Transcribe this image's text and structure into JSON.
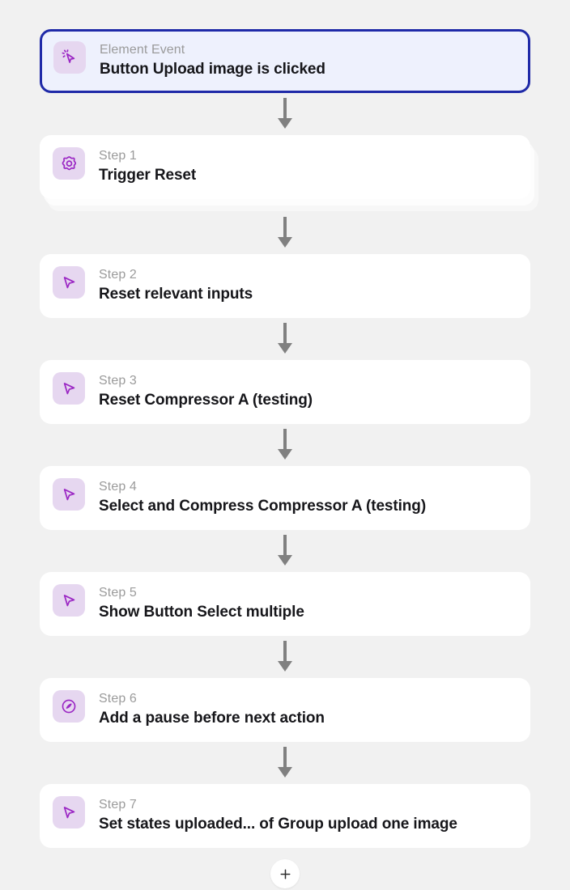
{
  "canvas": {
    "background_color": "#f1f1f1",
    "card_color": "#ffffff",
    "trigger_border_color": "#1f2aa8",
    "trigger_background_color": "#eef1fd",
    "icon_tile_color": "#e6d7f0",
    "icon_glyph_color": "#9b27c4",
    "label_color": "#9b9b9b",
    "title_color": "#16161a",
    "arrow_color": "#808080"
  },
  "trigger": {
    "label": "Element Event",
    "title": "Button Upload image is clicked",
    "icon": "click-cursor-icon"
  },
  "steps": [
    {
      "label": "Step 1",
      "title": "Trigger Reset",
      "icon": "gear-icon",
      "stacked": true
    },
    {
      "label": "Step 2",
      "title": "Reset relevant inputs",
      "icon": "pointer-arrow-icon",
      "stacked": false
    },
    {
      "label": "Step 3",
      "title": "Reset Compressor A (testing)",
      "icon": "pointer-arrow-icon",
      "stacked": false
    },
    {
      "label": "Step 4",
      "title": "Select and Compress Compressor A (testing)",
      "icon": "pointer-arrow-icon",
      "stacked": false
    },
    {
      "label": "Step 5",
      "title": "Show Button Select multiple",
      "icon": "pointer-arrow-icon",
      "stacked": false
    },
    {
      "label": "Step 6",
      "title": "Add a pause before next action",
      "icon": "pause-compass-icon",
      "stacked": false
    },
    {
      "label": "Step 7",
      "title": "Set states uploaded... of Group upload one image",
      "icon": "pointer-arrow-icon",
      "stacked": false
    }
  ],
  "add_action": {
    "icon": "plus-icon",
    "label": "+"
  }
}
